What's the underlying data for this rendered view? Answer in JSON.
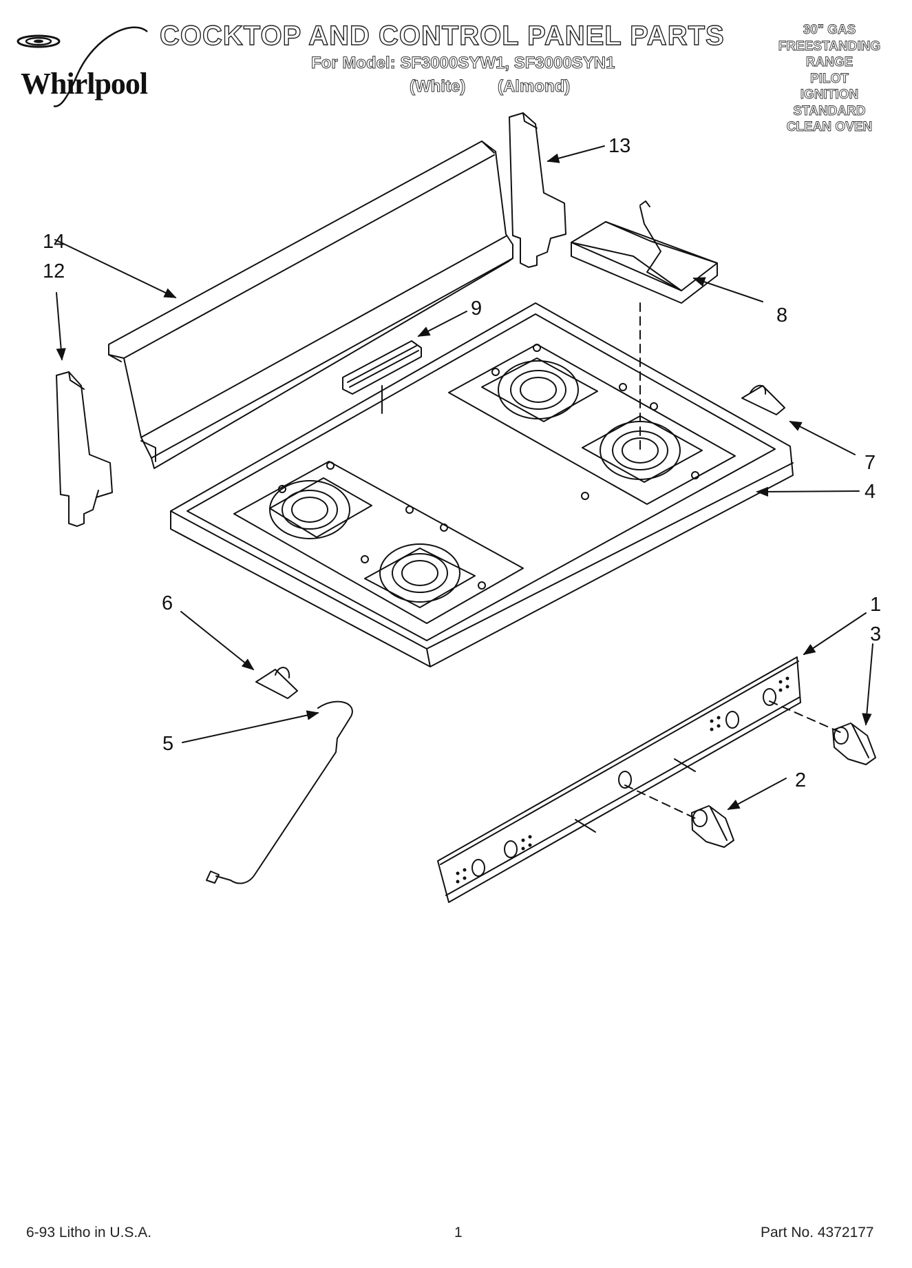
{
  "brand": {
    "logo_text": "Whirlpool"
  },
  "header": {
    "title": "COCKTOP AND CONTROL PANEL PARTS",
    "model_line": "For Model: SF3000SYW1, SF3000SYN1",
    "variant_white": "(White)",
    "variant_almond": "(Almond)"
  },
  "spec_block": [
    "30\" GAS",
    "FREESTANDING",
    "RANGE",
    "PILOT",
    "IGNITION",
    "STANDARD",
    "CLEAN OVEN"
  ],
  "callouts": {
    "c1": "1",
    "c2": "2",
    "c3": "3",
    "c4": "4",
    "c5": "5",
    "c6": "6",
    "c7": "7",
    "c8": "8",
    "c9": "9",
    "c12": "12",
    "c13": "13",
    "c14": "14"
  },
  "footer": {
    "left": "6-93 Litho in U.S.A.",
    "center": "1",
    "right": "Part No. 4372177"
  }
}
